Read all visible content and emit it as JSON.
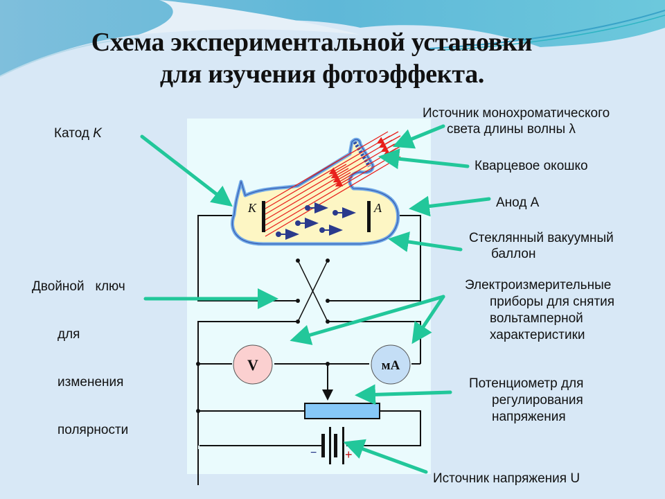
{
  "title": {
    "line1": "Схема экспериментальной установки",
    "line2": "для изучения фотоэффекта."
  },
  "labels": {
    "cathode": {
      "text": "Катод ",
      "symbol": "K"
    },
    "light_source": {
      "line1": "Источник монохроматического",
      "line2": "света длины волны λ"
    },
    "quartz_window": "Кварцевое окошко",
    "anode": "Анод А",
    "vacuum_bulb": {
      "line1": "Стеклянный вакуумный",
      "line2": "баллон"
    },
    "double_switch": {
      "line1": "Двойной   ключ",
      "line2": "для",
      "line3": "изменения",
      "line4": "полярности"
    },
    "meters": {
      "line1": "Электроизмерительные",
      "line2": "приборы для снятия",
      "line3": "вольтамперной",
      "line4": "характеристики"
    },
    "potentiometer": {
      "line1": "Потенциометр для",
      "line2": "регулирования",
      "line3": "напряжения"
    },
    "voltage_source": "Источник напряжения U"
  },
  "diagram": {
    "cathode_letter": "K",
    "anode_letter": "A",
    "voltmeter": "V",
    "milliammeter": "мА",
    "battery_minus": "−",
    "battery_plus": "+"
  },
  "colors": {
    "pointer_arrow": "#22c79a",
    "light_ray": "#e8201c",
    "electron": "#2a3a8c",
    "bulb_fill": "#fdf6c4",
    "bulb_glass": "#6fa8e6",
    "voltmeter_fill": "#fbd0d0",
    "ammeter_fill": "#c4def6",
    "rheostat_fill": "#86c8f8"
  }
}
